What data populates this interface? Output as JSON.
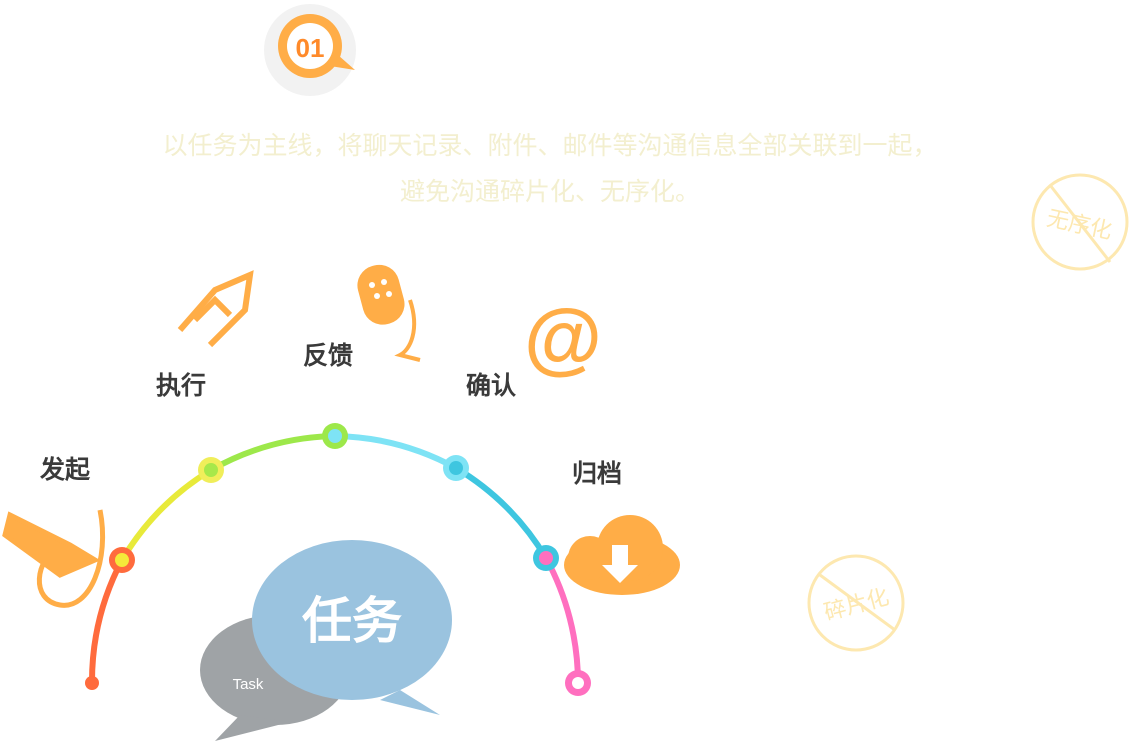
{
  "badge": {
    "number": "01"
  },
  "description": {
    "line1": "以任务为主线，将聊天记录、附件、邮件等沟通信息全部关联到一起，",
    "line2": "避免沟通碎片化、无序化。"
  },
  "steps": [
    {
      "label": "发起",
      "icon": "pencil-icon"
    },
    {
      "label": "执行",
      "icon": "arrow-icon"
    },
    {
      "label": "反馈",
      "icon": "microphone-icon"
    },
    {
      "label": "确认",
      "icon": "at-icon"
    },
    {
      "label": "归档",
      "icon": "cloud-download-icon"
    }
  ],
  "center": {
    "title": "任务",
    "subtitle": "Task"
  },
  "stamps": {
    "disorder": "无序化",
    "fragment": "碎片化"
  },
  "colors": {
    "accent": "#ffad47",
    "stamp": "#fde8b0"
  }
}
